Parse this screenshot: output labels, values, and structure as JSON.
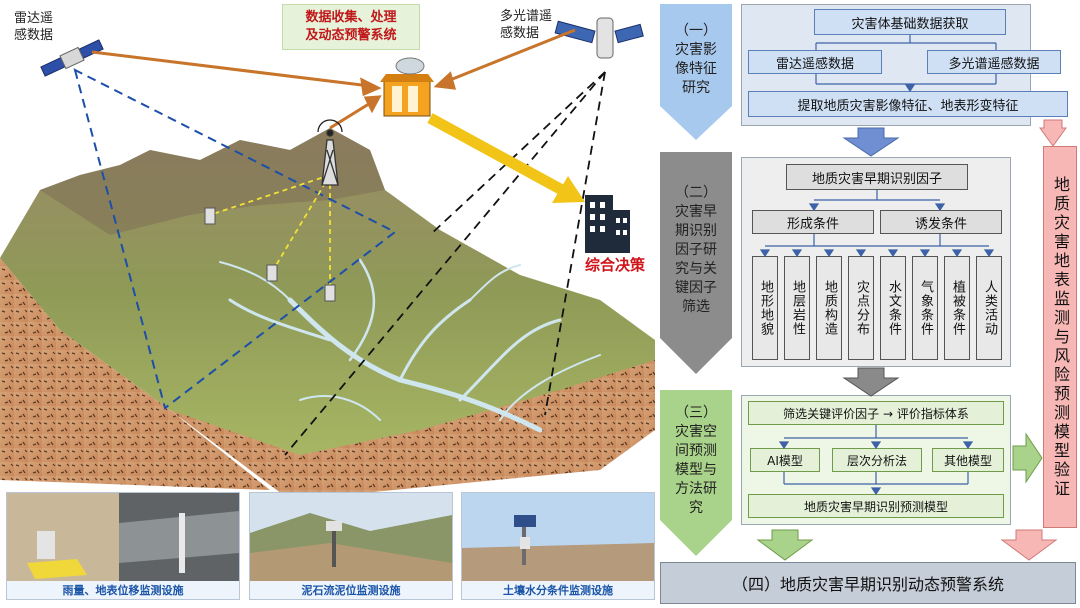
{
  "scene": {
    "radar_label": "雷达遥\n感数据",
    "multispectral_label": "多光谱遥\n感数据",
    "center_box": "数据收集、处理\n及动态预警系统",
    "decision_label": "综合决策",
    "photos": [
      {
        "caption": "雨量、地表位移监测设施"
      },
      {
        "caption": "泥石流泥位监测设施"
      },
      {
        "caption": "土壤水分条件监测设施"
      }
    ]
  },
  "flow": {
    "stage1": {
      "tag": "（一）\n灾害影\n像特征\n研究",
      "title": "灾害体基础数据获取",
      "radar": "雷达遥感数据",
      "multispectral": "多光谱遥感数据",
      "extract": "提取地质灾害影像特征、地表形变特征"
    },
    "stage2": {
      "tag": "（二）\n灾害早\n期识别\n因子研\n究与关\n键因子\n筛选",
      "title": "地质灾害早期识别因子",
      "formation": "形成条件",
      "trigger": "诱发条件",
      "factors": [
        "地形地貌",
        "地层岩性",
        "地质构造",
        "灾点分布",
        "水文条件",
        "气象条件",
        "植被条件",
        "人类活动"
      ]
    },
    "stage3": {
      "tag": "（三）\n灾害空\n间预测\n模型与\n方法研\n究",
      "title": "筛选关键评价因子 → 评价指标体系",
      "methods": [
        "AI模型",
        "层次分析法",
        "其他模型"
      ],
      "model": "地质灾害早期识别预测模型"
    },
    "side": "地质灾害地表监测与风险预测模型验证",
    "bottom": "（四）地质灾害早期识别动态预警系统"
  },
  "colors": {
    "blue_box": "#cfe0f5",
    "gray_box": "#dedede",
    "green_box": "#e4f1d8",
    "side_pink": "#f6b7b5",
    "decision_red": "#d0141a"
  }
}
